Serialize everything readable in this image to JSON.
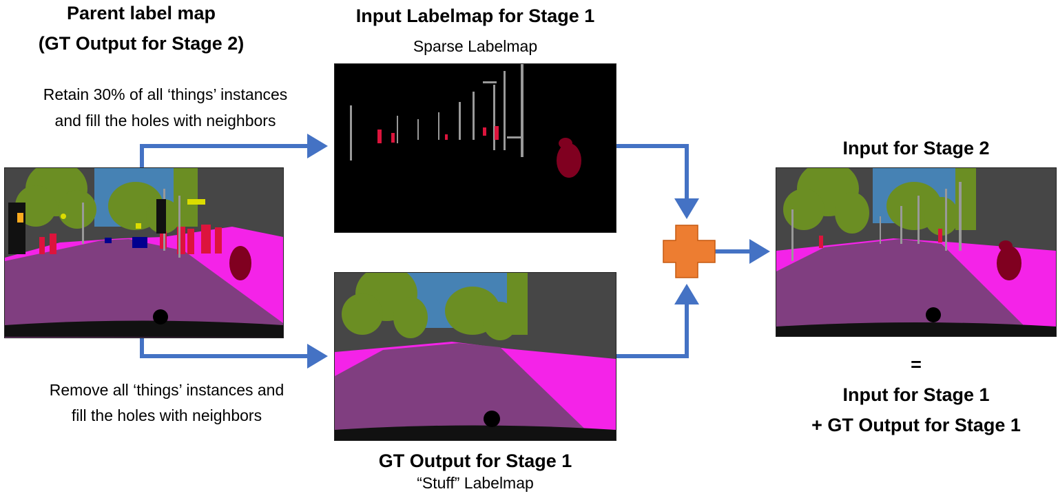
{
  "parent": {
    "title_line1": "Parent label map",
    "title_line2": "(GT Output for Stage 2)"
  },
  "stage1_input": {
    "title": "Input Labelmap  for Stage 1",
    "subtitle": "Sparse Labelmap"
  },
  "stage1_gt": {
    "title": "GT Output for Stage 1",
    "subtitle": "“Stuff” Labelmap"
  },
  "retain_text": {
    "line1": "Retain 30% of all ‘things’ instances",
    "line2": "and fill the holes with neighbors"
  },
  "remove_text": {
    "line1": "Remove all ‘things’ instances and",
    "line2": "fill the holes with neighbors"
  },
  "stage2_input": {
    "title": "Input for Stage 2",
    "equals": "=",
    "line1": "Input for Stage 1",
    "line2": "+ GT Output for Stage 1"
  },
  "colors": {
    "arrow": "#4472c4",
    "plus": "#ed7d31",
    "road": "#803e80",
    "sidewalk": "#f423e8",
    "vegetation": "#6b8e23",
    "sky": "#4682b4",
    "building": "#464646",
    "person": "#dc143c",
    "rider": "#800020",
    "car": "#00008e",
    "pole": "#999999",
    "traffic_sign": "#dcdc00",
    "traffic_light": "#faaa1e"
  }
}
